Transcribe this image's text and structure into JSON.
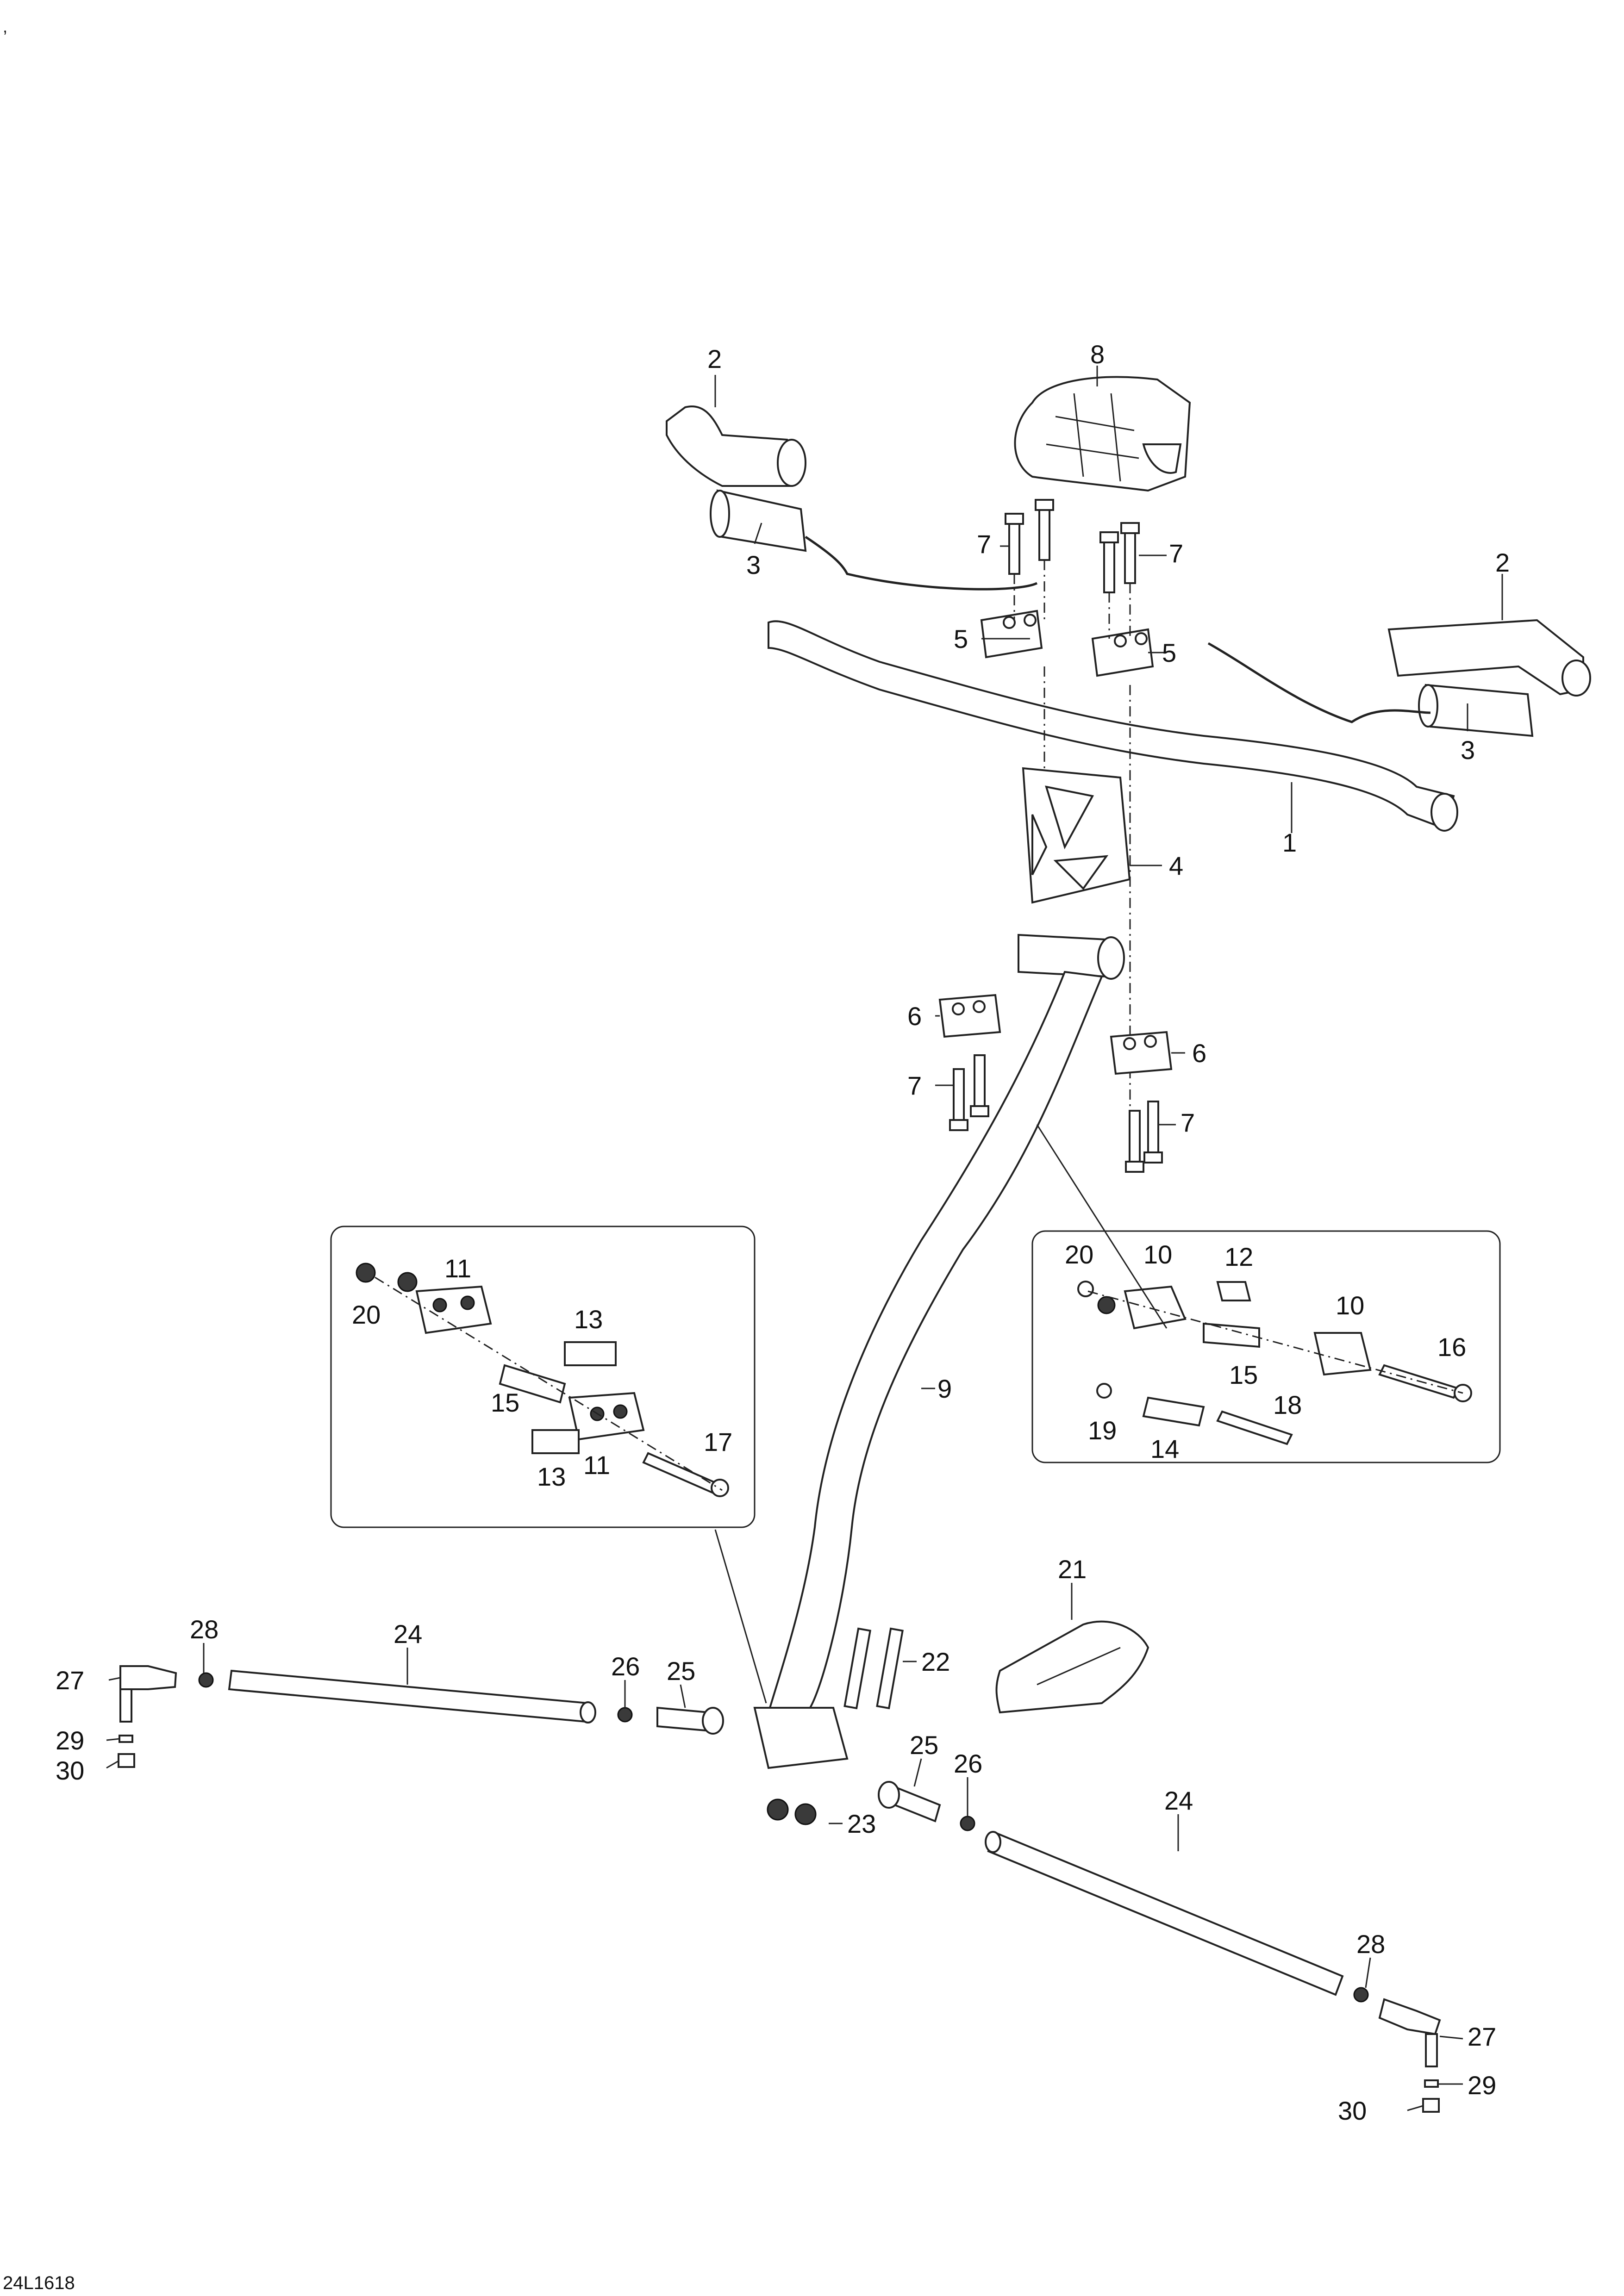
{
  "corner_mark": ",",
  "figure_id": "24L1618",
  "callouts": {
    "c1": "1",
    "c2": "2",
    "c3": "3",
    "c4": "4",
    "c5": "5",
    "c6": "6",
    "c7": "7",
    "c8": "8",
    "c9": "9",
    "c10": "10",
    "c11": "11",
    "c12": "12",
    "c13": "13",
    "c14": "14",
    "c15": "15",
    "c16": "16",
    "c17": "17",
    "c18": "18",
    "c19": "19",
    "c20": "20",
    "c21": "21",
    "c22": "22",
    "c23": "23",
    "c24": "24",
    "c25": "25",
    "c26": "26",
    "c27": "27",
    "c28": "28",
    "c29": "29",
    "c30": "30"
  },
  "colors": {
    "line": "#222222",
    "fill": "#ffffff",
    "dark": "#3a3a3a"
  }
}
